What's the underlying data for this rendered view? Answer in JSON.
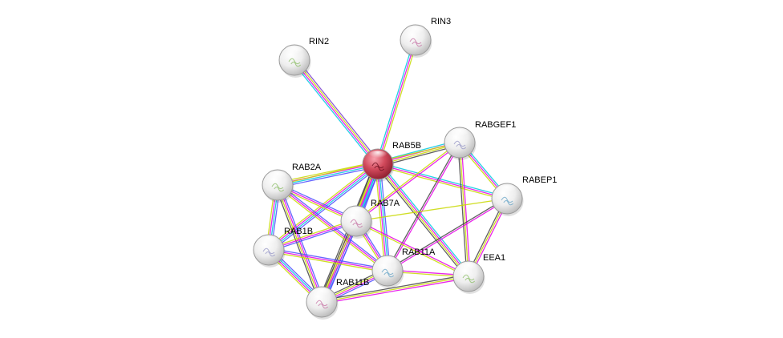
{
  "network": {
    "nodes": [
      {
        "id": "RAB5B",
        "label": "RAB5B",
        "query": true,
        "icon": "protein-structure-icon"
      },
      {
        "id": "RIN2",
        "label": "RIN2",
        "icon": "protein-structure-icon"
      },
      {
        "id": "RIN3",
        "label": "RIN3",
        "icon": "protein-structure-icon"
      },
      {
        "id": "RABGEF1",
        "label": "RABGEF1",
        "icon": "protein-structure-icon"
      },
      {
        "id": "RABEP1",
        "label": "RABEP1",
        "icon": "protein-structure-icon"
      },
      {
        "id": "RAB2A",
        "label": "RAB2A",
        "icon": "protein-structure-icon"
      },
      {
        "id": "RAB7A",
        "label": "RAB7A",
        "icon": "protein-structure-icon"
      },
      {
        "id": "RAB1B",
        "label": "RAB1B",
        "icon": "protein-structure-icon"
      },
      {
        "id": "RAB11A",
        "label": "RAB11A",
        "icon": "protein-structure-icon"
      },
      {
        "id": "EEA1",
        "label": "EEA1",
        "icon": "protein-structure-icon"
      },
      {
        "id": "RAB11B",
        "label": "RAB11B",
        "icon": "protein-structure-icon"
      }
    ],
    "edges": [
      {
        "from": "RAB5B",
        "to": "RIN2",
        "evidence": [
          "cyan",
          "magenta",
          "yellow",
          "purple"
        ]
      },
      {
        "from": "RAB5B",
        "to": "RIN3",
        "evidence": [
          "cyan",
          "magenta",
          "yellow"
        ]
      },
      {
        "from": "RAB5B",
        "to": "RABGEF1",
        "evidence": [
          "cyan",
          "magenta",
          "yellow",
          "black"
        ]
      },
      {
        "from": "RAB5B",
        "to": "RABEP1",
        "evidence": [
          "cyan",
          "magenta",
          "yellow"
        ]
      },
      {
        "from": "RAB5B",
        "to": "RAB2A",
        "evidence": [
          "blue",
          "cyan",
          "magenta",
          "yellow"
        ]
      },
      {
        "from": "RAB5B",
        "to": "RAB7A",
        "evidence": [
          "blue",
          "cyan",
          "magenta",
          "yellow",
          "black"
        ]
      },
      {
        "from": "RAB5B",
        "to": "RAB1B",
        "evidence": [
          "blue",
          "cyan",
          "magenta",
          "yellow"
        ]
      },
      {
        "from": "RAB5B",
        "to": "RAB11A",
        "evidence": [
          "blue",
          "cyan",
          "magenta",
          "yellow"
        ]
      },
      {
        "from": "RAB5B",
        "to": "EEA1",
        "evidence": [
          "cyan",
          "magenta",
          "yellow",
          "black"
        ]
      },
      {
        "from": "RAB5B",
        "to": "RAB11B",
        "evidence": [
          "blue",
          "cyan",
          "magenta",
          "yellow",
          "black"
        ]
      },
      {
        "from": "RABGEF1",
        "to": "RABEP1",
        "evidence": [
          "cyan",
          "magenta",
          "yellow"
        ]
      },
      {
        "from": "RABGEF1",
        "to": "EEA1",
        "evidence": [
          "magenta",
          "yellow",
          "black"
        ]
      },
      {
        "from": "RABGEF1",
        "to": "RAB7A",
        "evidence": [
          "magenta",
          "yellow"
        ]
      },
      {
        "from": "RABGEF1",
        "to": "RAB11A",
        "evidence": [
          "magenta",
          "black"
        ]
      },
      {
        "from": "RABGEF1",
        "to": "RAB2A",
        "evidence": [
          "yellow"
        ]
      },
      {
        "from": "RABEP1",
        "to": "EEA1",
        "evidence": [
          "magenta",
          "yellow",
          "black"
        ]
      },
      {
        "from": "RABEP1",
        "to": "RAB7A",
        "evidence": [
          "yellow"
        ]
      },
      {
        "from": "RABEP1",
        "to": "RAB11A",
        "evidence": [
          "magenta",
          "black"
        ]
      },
      {
        "from": "RAB2A",
        "to": "RAB7A",
        "evidence": [
          "blue",
          "magenta",
          "yellow"
        ]
      },
      {
        "from": "RAB2A",
        "to": "RAB1B",
        "evidence": [
          "blue",
          "cyan",
          "magenta",
          "yellow"
        ]
      },
      {
        "from": "RAB2A",
        "to": "RAB11A",
        "evidence": [
          "blue",
          "magenta",
          "yellow"
        ]
      },
      {
        "from": "RAB2A",
        "to": "RAB11B",
        "evidence": [
          "blue",
          "magenta",
          "yellow",
          "black"
        ]
      },
      {
        "from": "RAB7A",
        "to": "RAB1B",
        "evidence": [
          "blue",
          "magenta",
          "yellow"
        ]
      },
      {
        "from": "RAB7A",
        "to": "RAB11A",
        "evidence": [
          "blue",
          "magenta",
          "yellow"
        ]
      },
      {
        "from": "RAB7A",
        "to": "RAB11B",
        "evidence": [
          "blue",
          "magenta",
          "yellow",
          "black"
        ]
      },
      {
        "from": "RAB7A",
        "to": "EEA1",
        "evidence": [
          "magenta",
          "yellow"
        ]
      },
      {
        "from": "RAB1B",
        "to": "RAB11A",
        "evidence": [
          "blue",
          "magenta",
          "yellow"
        ]
      },
      {
        "from": "RAB1B",
        "to": "RAB11B",
        "evidence": [
          "blue",
          "cyan",
          "magenta",
          "yellow"
        ]
      },
      {
        "from": "RAB11A",
        "to": "RAB11B",
        "evidence": [
          "blue",
          "magenta",
          "yellow",
          "black"
        ]
      },
      {
        "from": "RAB11A",
        "to": "EEA1",
        "evidence": [
          "magenta",
          "yellow"
        ]
      },
      {
        "from": "EEA1",
        "to": "RAB11B",
        "evidence": [
          "magenta",
          "yellow",
          "black"
        ]
      }
    ]
  },
  "colors": {
    "query_node": "#c8364a",
    "node": "#e6e6e6",
    "node_outline": "#9a9a9a",
    "label_text": "#000000",
    "evidence": {
      "blue": "#4b4bff",
      "cyan": "#00c8e0",
      "magenta": "#e600e6",
      "yellow": "#c8d800",
      "black": "#444444",
      "purple": "#7b3fd0"
    }
  }
}
